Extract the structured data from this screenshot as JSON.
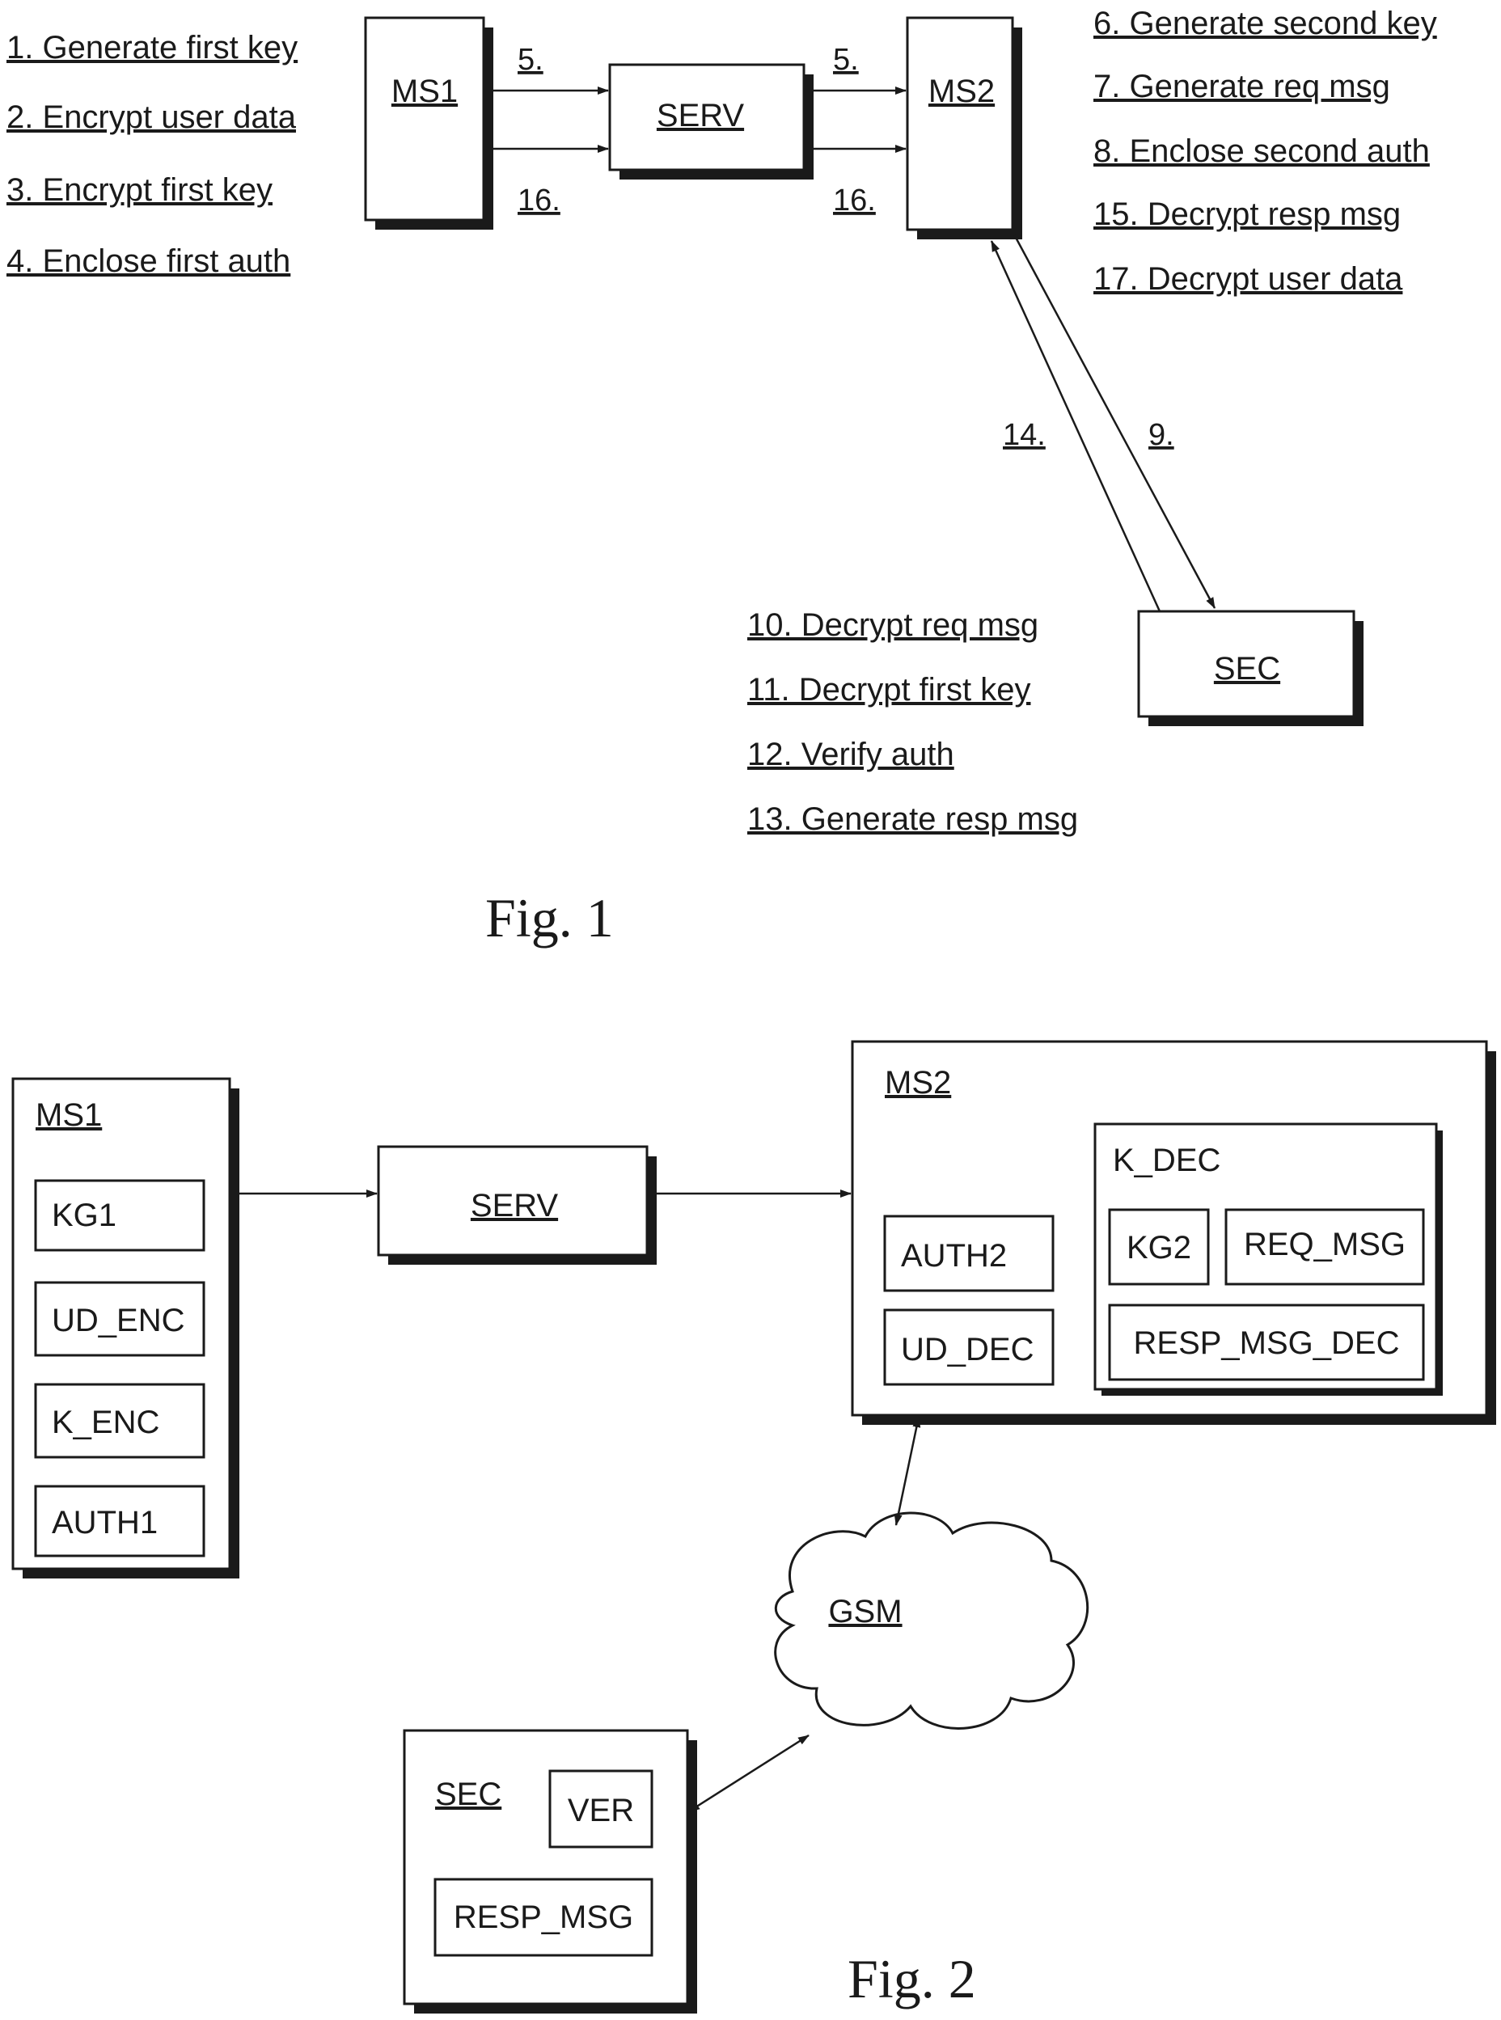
{
  "fig1": {
    "caption": "Fig. 1",
    "nodes": {
      "ms1": "MS1",
      "serv": "SERV",
      "ms2": "MS2",
      "sec": "SEC"
    },
    "ms1_steps": [
      "1. Generate first key",
      "2. Encrypt user data",
      "3. Encrypt first key",
      "4. Enclose first auth"
    ],
    "ms2_steps": [
      "6. Generate second key",
      "7. Generate req msg",
      "8. Enclose second auth",
      "15. Decrypt resp msg",
      "17. Decrypt user data"
    ],
    "sec_steps": [
      "10. Decrypt req msg",
      "11. Decrypt first key",
      "12. Verify auth",
      "13. Generate resp msg"
    ],
    "arrow_labels": {
      "ms1_serv_top": "5.",
      "serv_ms2_top": "5.",
      "ms1_serv_bottom": "16.",
      "serv_ms2_bottom": "16.",
      "sec_to_ms2": "14.",
      "ms2_to_sec": "9."
    }
  },
  "fig2": {
    "caption": "Fig. 2",
    "ms1": {
      "title": "MS1",
      "modules": [
        "KG1",
        "UD_ENC",
        "K_ENC",
        "AUTH1"
      ]
    },
    "serv": {
      "title": "SERV"
    },
    "ms2": {
      "title": "MS2",
      "modules": [
        "AUTH2",
        "UD_DEC"
      ],
      "k_dec": {
        "title": "K_DEC",
        "modules": [
          "KG2",
          "REQ_MSG",
          "RESP_MSG_DEC"
        ]
      }
    },
    "gsm": {
      "title": "GSM"
    },
    "sec": {
      "title": "SEC",
      "modules": [
        "VER",
        "RESP_MSG"
      ]
    }
  }
}
